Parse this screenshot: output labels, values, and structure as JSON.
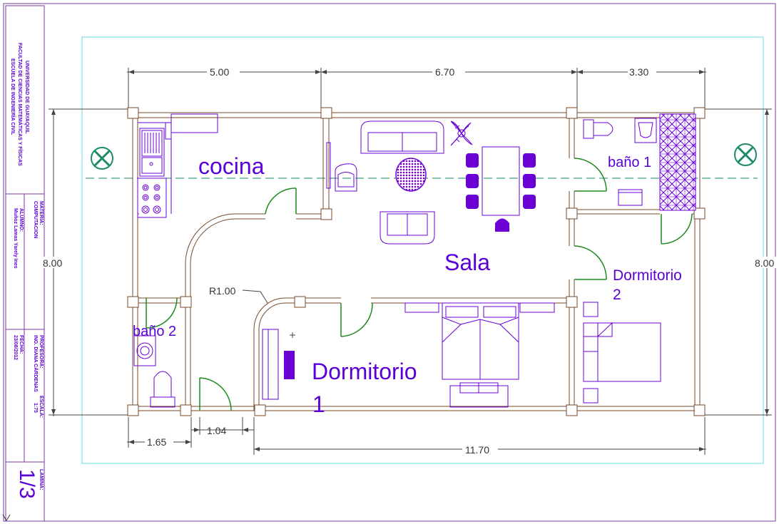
{
  "title_block": {
    "university": "UNIVERSIDAD DE GUAYAQUIL",
    "faculty": "FACULTAD DE CIENCIAS MATEMÁTICAS Y FÍSICAS",
    "school": "ESCUELA DE INGENIERÍA CIVIL",
    "subject_label": "MATERIA:",
    "subject": "COMPUTACION",
    "student_label": "ALUMNO:",
    "student": "Muñoz Lamas Yarely Ines",
    "professor_label": "PROFESORA:",
    "professor": "ING. DIANA CÁRDENAS",
    "date_label": "FECHA:",
    "date": "23/08/2012",
    "scale_label": "ESCALA:",
    "scale": "1:75",
    "sheet_label": "LAMINA:",
    "sheet": "1/3"
  },
  "rooms": {
    "cocina": "cocina",
    "sala": "Sala",
    "bano1": "baño 1",
    "bano2": "baño 2",
    "dormitorio1_a": "Dormitorio",
    "dormitorio1_b": "1",
    "dormitorio2_a": "Dormitorio",
    "dormitorio2_b": "2"
  },
  "dimensions": {
    "top_left": "5.00",
    "top_mid": "6.70",
    "top_right": "3.30",
    "left_height": "8.00",
    "right_height": "8.00",
    "bottom_left": "1.65",
    "bottom_door": "1.04",
    "bottom_total": "11.70",
    "radius": "R1.00"
  },
  "colors": {
    "frame": "#7a3aa0",
    "wall": "#7a4a2a",
    "furniture": "#6a00d6",
    "door": "#1e8a1e",
    "cyan": "#66dede",
    "dim": "#444444",
    "axis_marker": "#1a8a6a"
  }
}
